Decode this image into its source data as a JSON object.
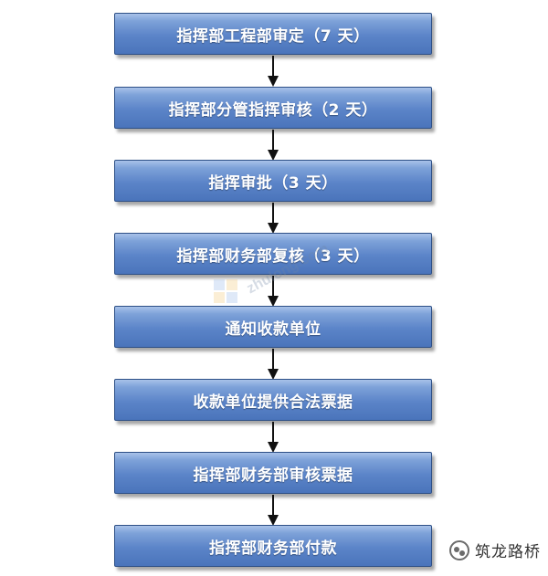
{
  "flowchart": {
    "steps": [
      {
        "label": "指挥部工程部审定（7 天）"
      },
      {
        "label": "指挥部分管指挥审核（2 天）"
      },
      {
        "label": "指挥审批（3 天）"
      },
      {
        "label": "指挥部财务部复核（3 天）"
      },
      {
        "label": "通知收款单位"
      },
      {
        "label": "收款单位提供合法票据"
      },
      {
        "label": "指挥部财务部审核票据"
      },
      {
        "label": "指挥部财务部付款"
      }
    ]
  },
  "watermark": {
    "text": "zhulong.com"
  },
  "signature": {
    "icon": "wechat-icon",
    "text": "筑龙路桥"
  },
  "colors": {
    "box_top": "#a9c2e9",
    "box_bottom": "#4a74bb",
    "box_border": "#2d4f86",
    "arrow": "#111111"
  }
}
